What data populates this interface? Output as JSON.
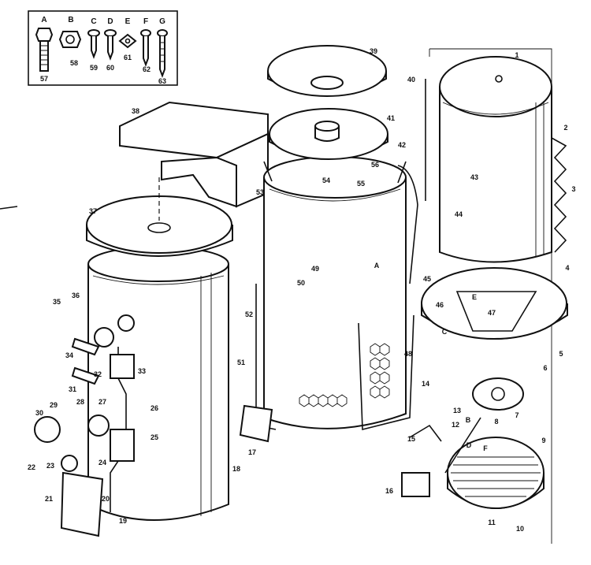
{
  "hardware": [
    {
      "letter": "A",
      "number": "57",
      "icon": "bolt-icon"
    },
    {
      "letter": "B",
      "number": "58",
      "icon": "nut-icon"
    },
    {
      "letter": "C",
      "number": "59",
      "icon": "screw-icon"
    },
    {
      "letter": "D",
      "number": "60",
      "icon": "screw-icon"
    },
    {
      "letter": "E",
      "number": "61",
      "icon": "square-nut-icon"
    },
    {
      "letter": "F",
      "number": "62",
      "icon": "screw-icon"
    },
    {
      "letter": "G",
      "number": "63",
      "icon": "long-screw-icon"
    }
  ],
  "labels": [
    "1",
    "2",
    "3",
    "4",
    "5",
    "6",
    "7",
    "8",
    "9",
    "10",
    "11",
    "12",
    "13",
    "14",
    "15",
    "16",
    "17",
    "18",
    "19",
    "20",
    "21",
    "22",
    "23",
    "24",
    "25",
    "26",
    "27",
    "28",
    "29",
    "30",
    "31",
    "32",
    "33",
    "34",
    "35",
    "36",
    "37",
    "38",
    "39",
    "40",
    "41",
    "42",
    "43",
    "44",
    "45",
    "46",
    "47",
    "48",
    "49",
    "50",
    "51",
    "52",
    "53",
    "54",
    "55",
    "56",
    "A",
    "B",
    "C",
    "D",
    "E",
    "F"
  ]
}
